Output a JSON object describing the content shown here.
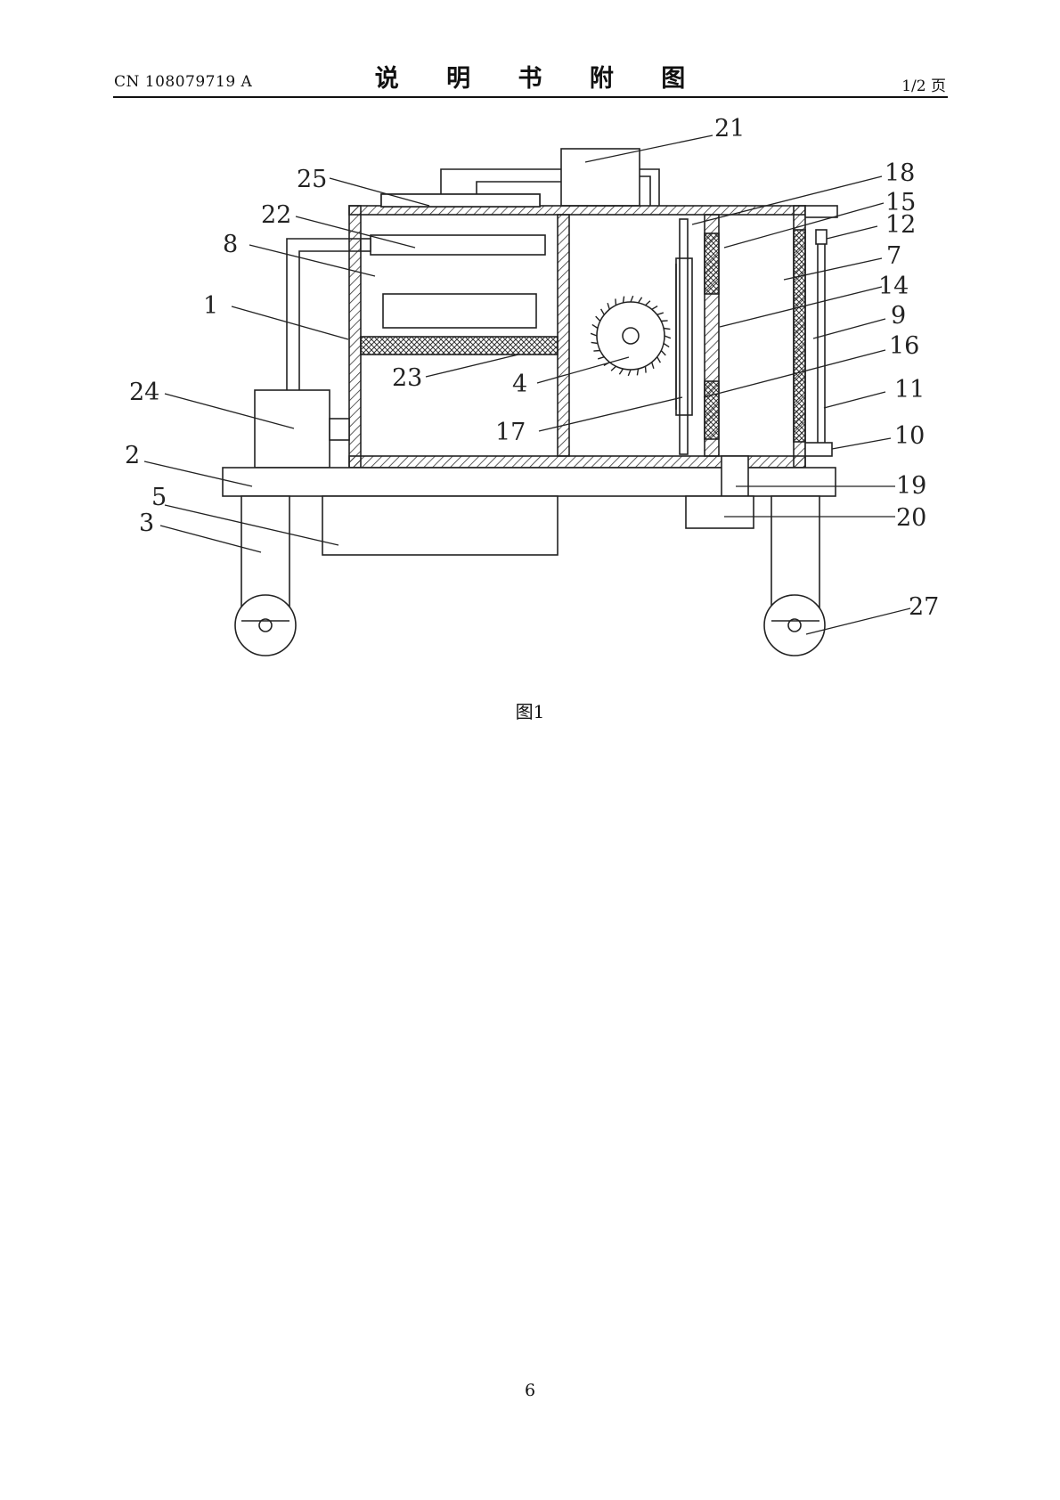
{
  "header": {
    "patent_number": "CN 108079719 A",
    "title": "说 明 书 附 图",
    "page_indicator": "1/2 页"
  },
  "figure": {
    "caption": "图1",
    "labels": [
      "21",
      "25",
      "18",
      "15",
      "22",
      "12",
      "8",
      "7",
      "14",
      "1",
      "9",
      "16",
      "23",
      "4",
      "24",
      "11",
      "17",
      "10",
      "2",
      "19",
      "5",
      "20",
      "3",
      "27"
    ]
  },
  "footer": {
    "page_number": "6"
  }
}
